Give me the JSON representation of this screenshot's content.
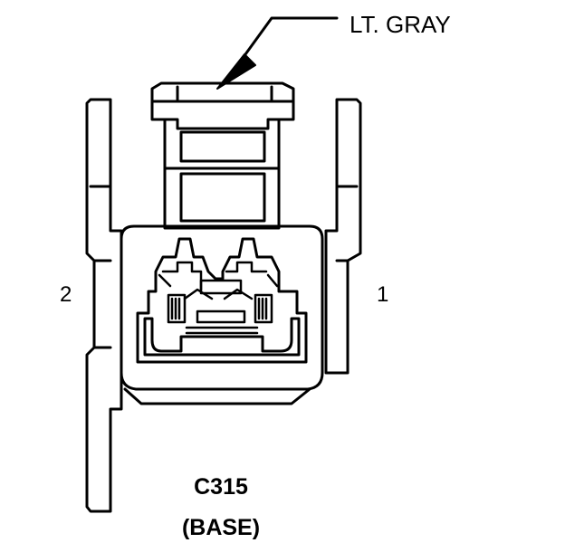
{
  "connector": {
    "id": "C315",
    "variant": "(BASE)",
    "color_label": "LT. GRAY",
    "pins": [
      {
        "number": "2"
      },
      {
        "number": "1"
      }
    ]
  }
}
